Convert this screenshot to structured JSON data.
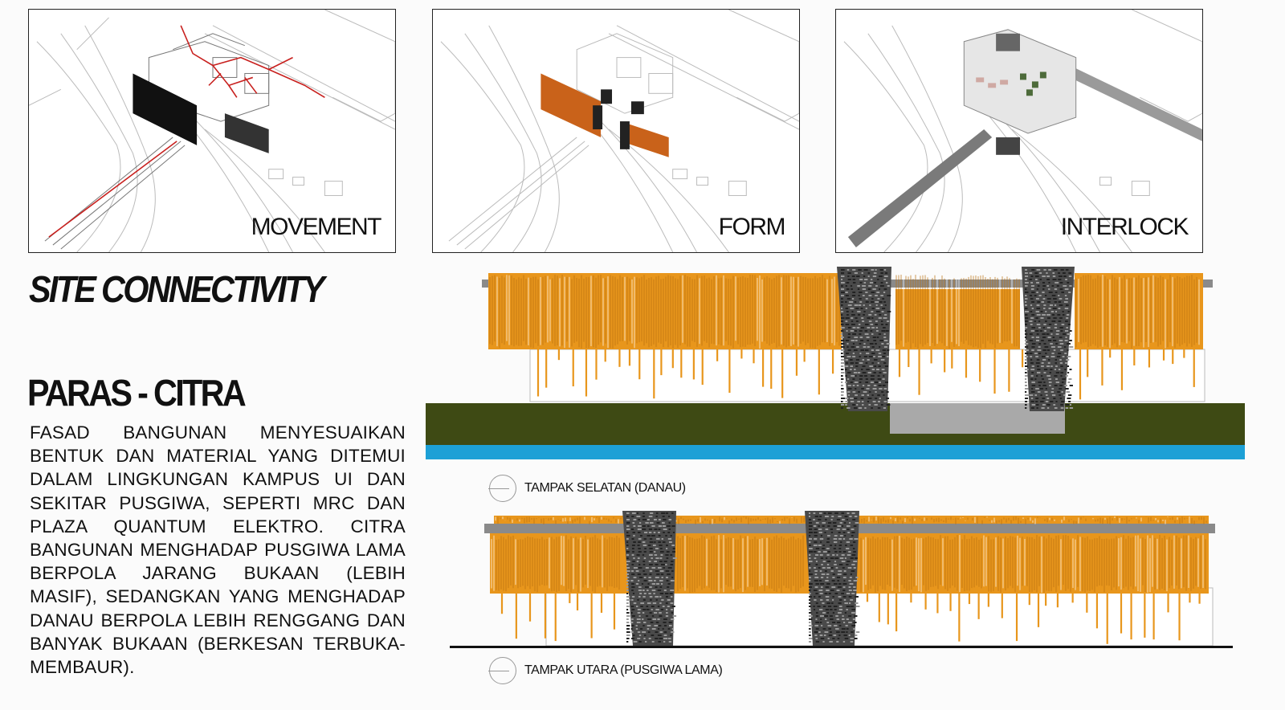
{
  "panels": [
    {
      "label": "MOVEMENT",
      "accent": "#c8201e"
    },
    {
      "label": "FORM",
      "accent": "#c9621a"
    },
    {
      "label": "INTERLOCK",
      "accent": "#5a5a5a"
    }
  ],
  "site_title": "SITE CONNECTIVITY",
  "section_title": "PARAS - CITRA",
  "body_text": "FASAD BANGUNAN MENYESUAIKAN BENTUK DAN MATERIAL YANG DITEMUI DALAM LINGKUNGAN KAMPUS UI DAN SEKITAR PUSGIWA, SEPERTI MRC DAN PLAZA QUANTUM ELEKTRO. CITRA BANGUNAN MENGHADAP PUSGIWA LAMA BERPOLA JARANG BUKAAN (LEBIH MASIF), SEDANGKAN YANG MENGHADAP DANAU BERPOLA LEBIH RENGGANG DAN BANYAK BUKAAN (BERKESAN TERBUKA-MEMBAUR).",
  "elevations": {
    "south": {
      "caption": "TAMPAK SELATAN (DANAU)"
    },
    "north": {
      "caption": "TAMPAK UTARA (PUSGIWA LAMA)"
    }
  },
  "colors": {
    "louver": "#e8961c",
    "louver_dark": "#b8700f",
    "stone": "#4a4a4a",
    "grass": "#3e4a14",
    "water": "#1da0d6"
  }
}
